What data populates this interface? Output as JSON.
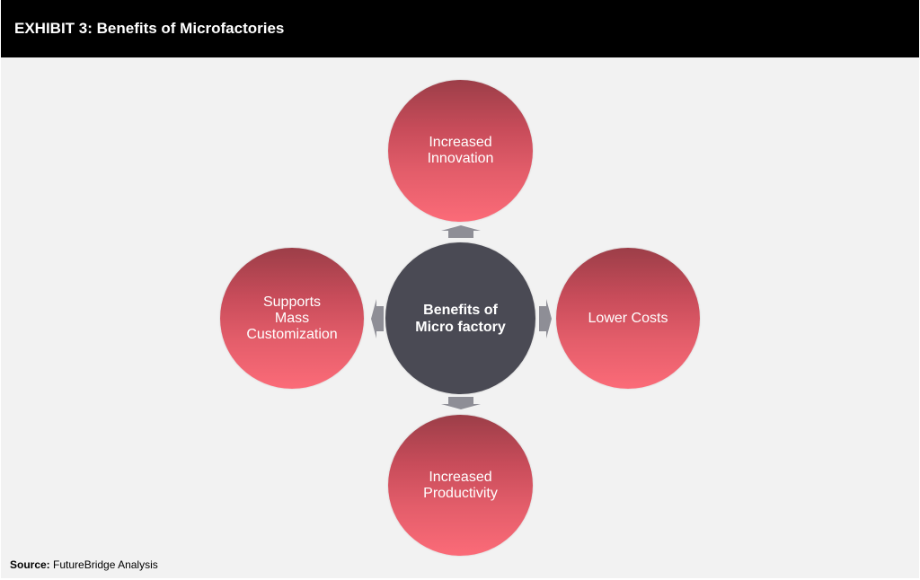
{
  "header": {
    "title": "EXHIBIT 3: Benefits of Microfactories"
  },
  "diagram": {
    "center": {
      "label": "Benefits of\nMicro factory"
    },
    "nodes": [
      {
        "id": "top",
        "label": "Increased\nInnovation"
      },
      {
        "id": "right",
        "label": "Lower Costs"
      },
      {
        "id": "bottom",
        "label": "Increased\nProductivity"
      },
      {
        "id": "left",
        "label": "Supports\nMass\nCustomization"
      }
    ],
    "arrows": [
      "up",
      "right",
      "down",
      "left"
    ],
    "colors": {
      "center_fill": "#4a4a54",
      "node_gradient_top": "#9c3e48",
      "node_gradient_bottom": "#fb6b78",
      "arrow_fill": "#8e8e96",
      "background": "#f2f2f2",
      "header_bg": "#000000"
    }
  },
  "footer": {
    "source_label": "Source:",
    "source_text": " FutureBridge Analysis"
  }
}
